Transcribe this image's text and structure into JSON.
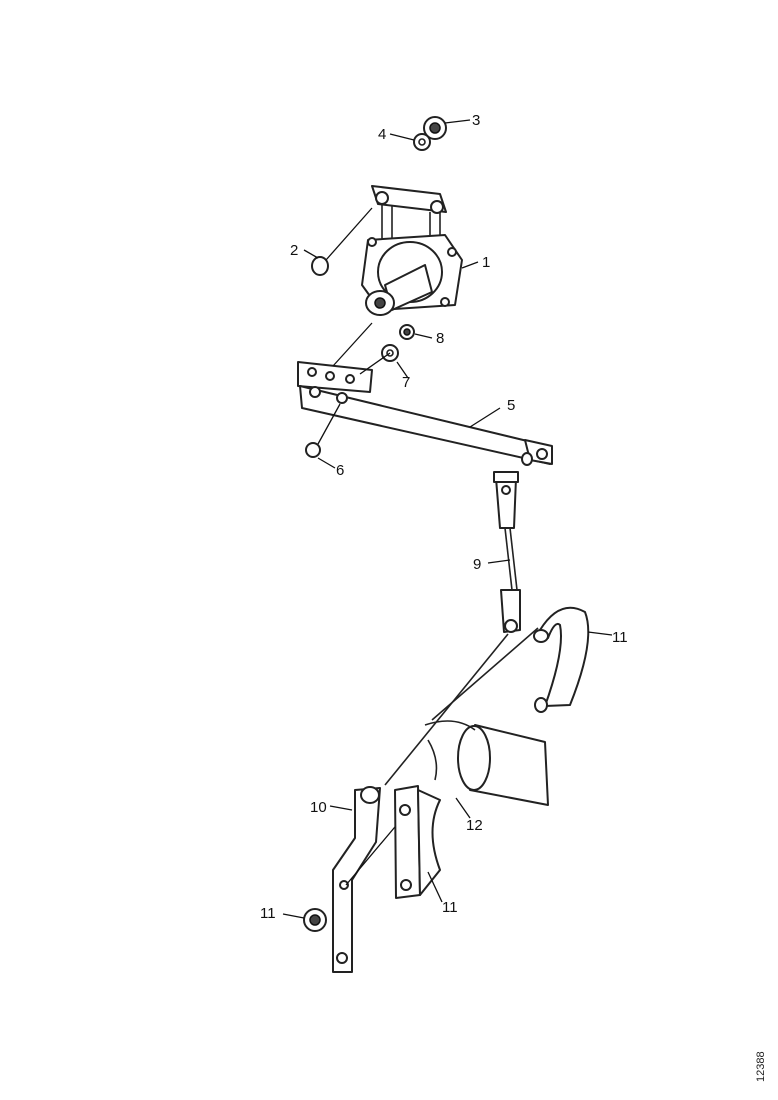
{
  "callouts": {
    "c1": "1",
    "c2": "2",
    "c3": "3",
    "c4": "4",
    "c5": "5",
    "c6": "6",
    "c7": "7",
    "c8": "8",
    "c9": "9",
    "c10": "10",
    "c11a": "11",
    "c11b": "11",
    "c11c": "11",
    "c12": "12"
  },
  "reference_code": "12388"
}
